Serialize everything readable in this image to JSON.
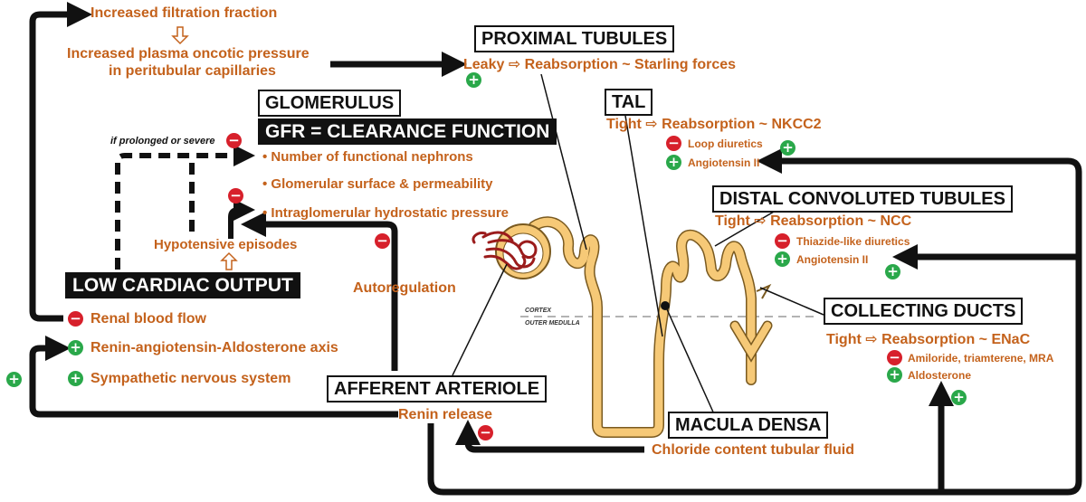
{
  "colors": {
    "text_orange": "#c4621c",
    "plus_green": "#2aa84a",
    "minus_red": "#d7202b",
    "nephron_fill": "#f6c977",
    "nephron_outline": "#7a5a20",
    "glomerulus": "#9b1c1c"
  },
  "top_left": {
    "filtration": "Increased filtration fraction",
    "oncotic_line1": "Increased plasma oncotic pressure",
    "oncotic_line2": "in peritubular capillaries"
  },
  "proximal": {
    "title": "PROXIMAL TUBULES",
    "text": "Leaky ⇨ Reabsorption ~ Starling forces"
  },
  "glomerulus": {
    "title": "GLOMERULUS",
    "subtitle": "GFR = CLEARANCE FUNCTION",
    "note": "if prolonged or severe",
    "items": [
      "• Number of functional nephrons",
      "• Glomerular surface & permeability",
      "• Intraglomerular hydrostatic pressure"
    ],
    "hypotensive": "Hypotensive episodes"
  },
  "tal": {
    "title": "TAL",
    "text": "Tight ⇨ Reabsorption ~ NKCC2",
    "minus": "Loop diuretics",
    "plus": "Angiotensin II"
  },
  "dct": {
    "title": "DISTAL CONVOLUTED TUBULES",
    "text": "Tight ⇨ Reabsorption ~ NCC",
    "minus": "Thiazide-like diuretics",
    "plus": "Angiotensin II"
  },
  "collecting": {
    "title": "COLLECTING DUCTS",
    "text": "Tight ⇨ Reabsorption ~ ENaC",
    "minus": "Amiloride, triamterene, MRA",
    "plus": "Aldosterone"
  },
  "low_cardiac": {
    "title": "LOW CARDIAC OUTPUT"
  },
  "left_effects": {
    "renal": "Renal blood flow",
    "raas": "Renin-angiotensin-Aldosterone axis",
    "sns": "Sympathetic nervous system"
  },
  "autoregulation": "Autoregulation",
  "afferent": {
    "title": "AFFERENT ARTERIOLE",
    "renin": "Renin release"
  },
  "macula": {
    "title": "MACULA DENSA",
    "text": "Chloride content tubular fluid"
  },
  "zones": {
    "cortex": "CORTEX",
    "medulla": "OUTER MEDULLA"
  },
  "signs": {
    "plus": "+",
    "minus": "−"
  }
}
